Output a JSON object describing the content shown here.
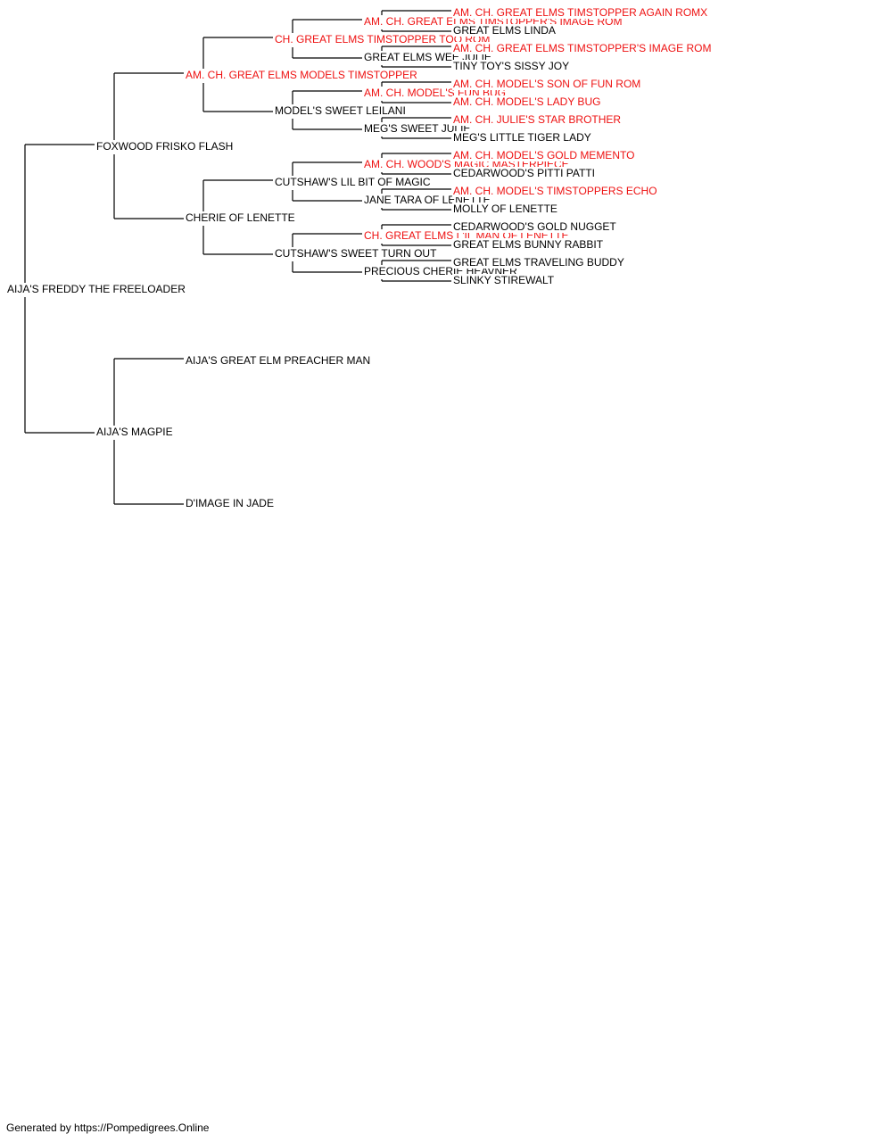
{
  "colors": {
    "titled": "#ee1111",
    "plain": "#000000",
    "line": "#000000"
  },
  "pedigree": {
    "name": "AIJA'S FREDDY THE FREELOADER",
    "titled": false,
    "sire": {
      "name": "FOXWOOD FRISKO FLASH",
      "titled": false,
      "sire": {
        "name": "AM. CH. GREAT ELMS MODELS TIMSTOPPER",
        "titled": true,
        "sire": {
          "name": "CH. GREAT ELMS TIMSTOPPER TOO ROM",
          "titled": true,
          "sire": {
            "name": "AM. CH. GREAT ELMS TIMSTOPPER'S IMAGE ROM",
            "titled": true,
            "sire": {
              "name": "AM. CH. GREAT ELMS TIMSTOPPER AGAIN ROMX",
              "titled": true
            },
            "dam": {
              "name": "GREAT ELMS LINDA",
              "titled": false
            }
          },
          "dam": {
            "name": "GREAT ELMS WEE JULIE",
            "titled": false,
            "sire": {
              "name": "AM. CH. GREAT ELMS TIMSTOPPER'S IMAGE ROM",
              "titled": true
            },
            "dam": {
              "name": "TINY TOY'S SISSY JOY",
              "titled": false
            }
          }
        },
        "dam": {
          "name": "MODEL'S SWEET LEILANI",
          "titled": false,
          "sire": {
            "name": "AM. CH. MODEL'S FUN BUG",
            "titled": true,
            "sire": {
              "name": "AM. CH. MODEL'S SON OF FUN ROM",
              "titled": true
            },
            "dam": {
              "name": "AM. CH. MODEL'S LADY BUG",
              "titled": true
            }
          },
          "dam": {
            "name": "MEG'S SWEET JULIE",
            "titled": false,
            "sire": {
              "name": "AM. CH. JULIE'S STAR BROTHER",
              "titled": true
            },
            "dam": {
              "name": "MEG'S LITTLE TIGER LADY",
              "titled": false
            }
          }
        }
      },
      "dam": {
        "name": "CHERIE OF LENETTE",
        "titled": false,
        "sire": {
          "name": "CUTSHAW'S LIL BIT OF MAGIC",
          "titled": false,
          "sire": {
            "name": "AM. CH. WOOD'S MAGIC MASTERPIECE",
            "titled": true,
            "sire": {
              "name": "AM. CH. MODEL'S GOLD MEMENTO",
              "titled": true
            },
            "dam": {
              "name": "CEDARWOOD'S PITTI PATTI",
              "titled": false
            }
          },
          "dam": {
            "name": "JANE TARA OF LENETTE",
            "titled": false,
            "sire": {
              "name": "AM. CH. MODEL'S TIMSTOPPERS ECHO",
              "titled": true
            },
            "dam": {
              "name": "MOLLY OF LENETTE",
              "titled": false
            }
          }
        },
        "dam": {
          "name": "CUTSHAW'S SWEET TURN OUT",
          "titled": false,
          "sire": {
            "name": "CH. GREAT ELMS L'IL MAN OF LENETTE",
            "titled": true,
            "sire": {
              "name": "CEDARWOOD'S GOLD NUGGET",
              "titled": false
            },
            "dam": {
              "name": "GREAT ELMS BUNNY RABBIT",
              "titled": false
            }
          },
          "dam": {
            "name": "PRECIOUS CHERIE HEAVNER",
            "titled": false,
            "sire": {
              "name": "GREAT ELMS TRAVELING BUDDY",
              "titled": false
            },
            "dam": {
              "name": "SLINKY STIREWALT",
              "titled": false
            }
          }
        }
      }
    },
    "dam": {
      "name": "AIJA'S MAGPIE",
      "titled": false,
      "sire": {
        "name": "AIJA'S GREAT ELM PREACHER MAN",
        "titled": false
      },
      "dam": {
        "name": "D'IMAGE IN JADE",
        "titled": false
      }
    }
  },
  "footer": "Generated by https://Pompedigrees.Online"
}
